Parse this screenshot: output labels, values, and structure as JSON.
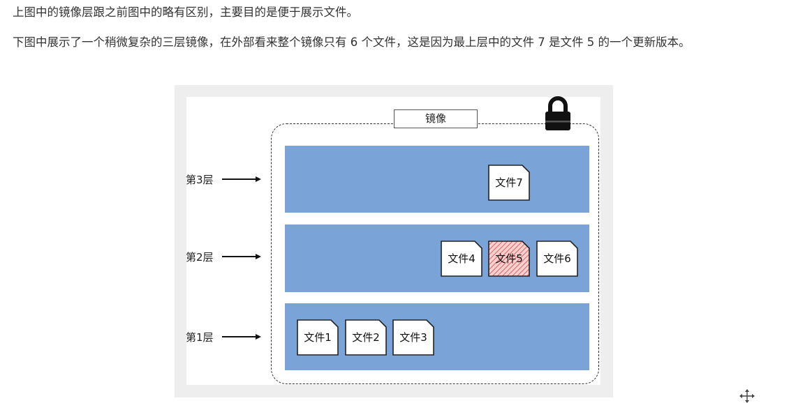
{
  "text": {
    "paragraph_1": "上图中的镜像层跟之前图中的略有区别，主要目的是便于展示文件。",
    "paragraph_2": "下图中展示了一个稍微复杂的三层镜像，在外部看来整个镜像只有 6 个文件，这是因为最上层中的文件 7 是文件 5 的一个更新版本。"
  },
  "diagram": {
    "image_label": "镜像",
    "layers": [
      {
        "label": "第3层",
        "files": [
          "文件7"
        ]
      },
      {
        "label": "第2层",
        "files": [
          "文件4",
          "文件5",
          "文件6"
        ]
      },
      {
        "label": "第1层",
        "files": [
          "文件1",
          "文件2",
          "文件3"
        ]
      }
    ],
    "highlighted_file": "文件5",
    "colors": {
      "layer_fill": "#7aa3d8",
      "highlight_stripe": "#e06060",
      "highlight_bg": "#f7d0d0",
      "frame_bg": "#eeeeee"
    },
    "icons": [
      "lock-icon",
      "move-cursor-icon"
    ]
  }
}
